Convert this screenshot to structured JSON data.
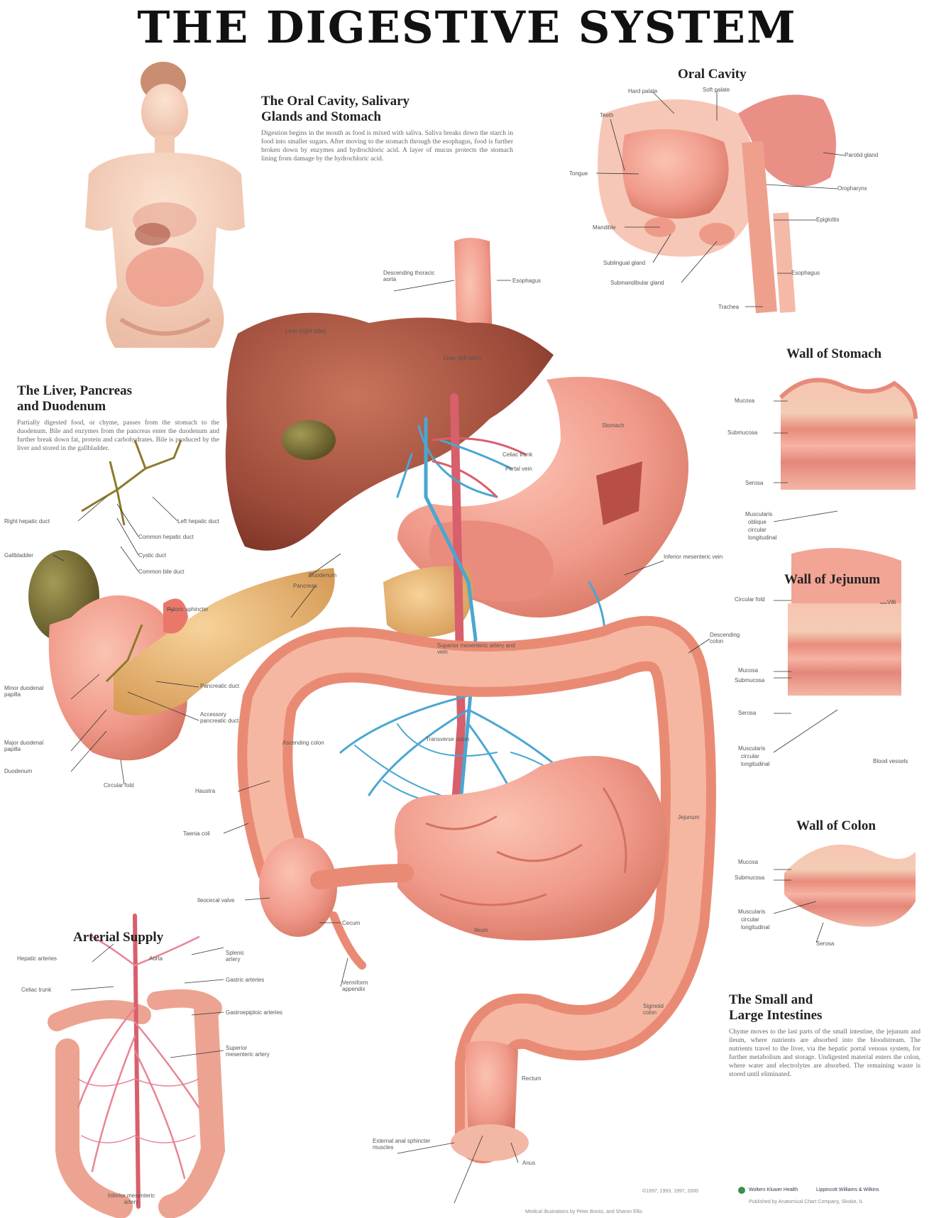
{
  "title": "THE DIGESTIVE SYSTEM",
  "sections": {
    "oral_cavity_salivary": {
      "title_line1": "The Oral Cavity, Salivary",
      "title_line2": "Glands and Stomach",
      "body": "Digestion begins in the mouth as food is mixed with saliva. Saliva breaks down the starch in food into smaller sugars. After moving to the stomach through the esophagus, food is further broken down by enzymes and hydrochloric acid. A layer of mucus protects the stomach lining from damage by the hydrochloric acid."
    },
    "liver_pancreas": {
      "title_line1": "The Liver, Pancreas",
      "title_line2": "and Duodenum",
      "body": "Partially digested food, or chyme, passes from the stomach to the duodenum. Bile and enzymes from the pancreas enter the duodenum and further break down fat, protein and carbohydrates. Bile is produced by the liver and stored in the gallbladder."
    },
    "small_large_intestines": {
      "title_line1": "The Small and",
      "title_line2": "Large Intestines",
      "body": "Chyme moves to the last parts of the small intestine, the jejunum and ileum, where nutrients are absorbed into the bloodstream. The nutrients travel to the liver, via the hepatic portal venous system, for further metabolism and storage. Undigested material enters the colon, where water and electrolytes are absorbed. The remaining waste is stored until eliminated."
    }
  },
  "inset_titles": {
    "oral_cavity": "Oral Cavity",
    "wall_stomach": "Wall of Stomach",
    "wall_jejunum": "Wall of Jejunum",
    "wall_colon": "Wall of Colon",
    "arterial_supply": "Arterial Supply"
  },
  "labels": {
    "hard_palate": "Hard palate",
    "soft_palate": "Soft palate",
    "teeth": "Teeth",
    "parotid_gland": "Parotid gland",
    "tongue": "Tongue",
    "oropharynx": "Oropharynx",
    "mandible": "Mandible",
    "epiglottis": "Epiglottis",
    "sublingual_gland": "Sublingual gland",
    "submandibular_gland": "Submandibular gland",
    "esophagus_oral": "Esophagus",
    "trachea": "Trachea",
    "descending_aorta": "Descending thoracic aorta",
    "esophagus": "Esophagus",
    "liver_right": "Liver (right lobe)",
    "liver_left": "Liver (left lobe)",
    "stomach": "Stomach",
    "celiac_trunk": "Celiac trunk",
    "portal_vein": "Portal vein",
    "duodenum": "Duodenum",
    "pancreas": "Pancreas",
    "inferior_mesenteric_vein": "Inferior mesenteric vein",
    "descending_colon": "Descending colon",
    "superior_mesenteric": "Superior mesenteric artery and vein",
    "ascending_colon": "Ascending colon",
    "transverse_colon": "Transverse colon",
    "haustra": "Haustra",
    "jejunum": "Jejunum",
    "taenia_coli": "Taenia coli",
    "ileocecal_valve": "Ileocecal valve",
    "cecum": "Cecum",
    "ileum": "Ileum",
    "vermiform_appendix": "Vermiform appendix",
    "sigmoid_colon": "Sigmoid colon",
    "rectum": "Rectum",
    "anal_sphincter": "External anal sphincter muscles",
    "anus": "Anus",
    "right_hepatic_duct": "Right hepatic duct",
    "left_hepatic_duct": "Left hepatic duct",
    "common_hepatic_duct": "Common hepatic duct",
    "gallbladder": "Gallbladder",
    "cystic_duct": "Cystic duct",
    "common_bile_duct": "Common bile duct",
    "pyloric_sphincter": "Pyloric sphincter",
    "minor_papilla": "Minor duodenal papilla",
    "pancreatic_duct": "Pancreatic duct",
    "accessory_duct": "Accessory pancreatic duct",
    "major_papilla": "Major duodenal papilla",
    "duodenum_inset": "Duodenum",
    "circular_fold": "Circular fold",
    "mucosa_s": "Mucosa",
    "submucosa_s": "Submucosa",
    "serosa_s": "Serosa",
    "muscularis_s": "Muscularis",
    "oblique_s": "oblique",
    "circular_s": "circular",
    "longitudinal_s": "longitudinal",
    "circular_fold_j": "Circular fold",
    "villi": "Villi",
    "mucosa_j": "Mucosa",
    "submucosa_j": "Submucosa",
    "serosa_j": "Serosa",
    "muscularis_j": "Muscularis",
    "circular_j": "circular",
    "longitudinal_j": "longitudinal",
    "blood_vessels": "Blood vessels",
    "mucosa_c": "Mucosa",
    "submucosa_c": "Submucosa",
    "muscularis_c": "Muscularis",
    "circular_c": "circular",
    "longitudinal_c": "longitudinal",
    "serosa_c": "Serosa",
    "hepatic_arteries": "Hepatic arteries",
    "celiac_trunk_a": "Celiac trunk",
    "aorta": "Aorta",
    "splenic_artery": "Splenic artery",
    "gastric_arteries": "Gastric arteries",
    "gastroepiploic": "Gastroepiploic arteries",
    "sup_mesenteric_artery": "Superior mesenteric artery",
    "inf_mesenteric_artery": "Inferior mesenteric artery"
  },
  "credits": {
    "copyright": "©1997, 1993, 1997, 2000",
    "publisher": "Wolters Kluwer Health",
    "lww": "Lippincott Williams & Wilkins",
    "published_by": "Published by Anatomical Chart Company, Skokie, IL",
    "medical_illustration": "Medical illustrations by Peter Bonisi, and Sharon Ellis"
  },
  "colors": {
    "tissue": "#f1a08f",
    "liver": "#9c4a39",
    "gallbladder": "#6f6630",
    "vein": "#4aa7d1",
    "artery": "#d85f6c",
    "pancreas": "#e9b675"
  }
}
